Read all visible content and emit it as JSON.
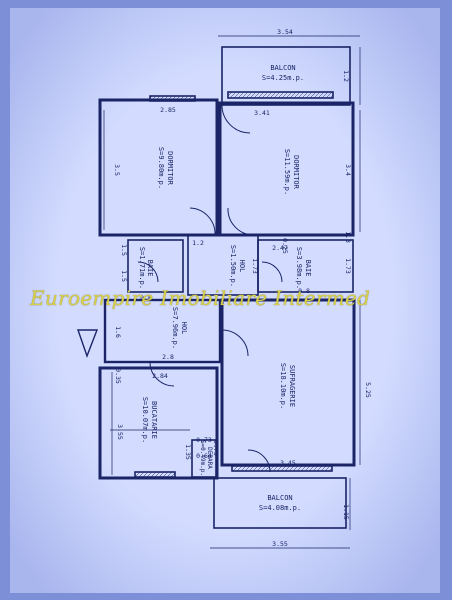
{
  "colors": {
    "paper": "#cfd8ff",
    "ink": "#1a2466",
    "background": "#7d8fd6",
    "watermark": "#d8cf4a"
  },
  "watermark": "Euroempire Imobiliare Intermed",
  "rooms": {
    "balcon_top": {
      "name": "BALCON",
      "area": "S=4.25m.p."
    },
    "dormitor_left": {
      "name": "DORMITOR",
      "area": "S=9.80m.p."
    },
    "dormitor_right": {
      "name": "DORMITOR",
      "area": "S=11.59m.p."
    },
    "baie_left": {
      "name": "BAIE",
      "area": "S=1.71m.p."
    },
    "hol_center": {
      "name": "HOL",
      "area": "S=1.50m.p."
    },
    "baie_right": {
      "name": "BAIE",
      "area": "S=3.98m.p."
    },
    "hol_left": {
      "name": "HOL",
      "area": "S=7.96m.p."
    },
    "sufragerie": {
      "name": "SUFRAGERIE",
      "area": "S=18.10m.p."
    },
    "bucatarie": {
      "name": "BUCATARIE",
      "area": "S=10.07m.p."
    },
    "debara": {
      "name": "DEBARA",
      "area": "S=0.49m.p."
    },
    "balcon_bottom": {
      "name": "BALCON",
      "area": "S=4.08m.p."
    }
  },
  "dimensions": {
    "top_width": "3.54",
    "top_balcony_height": "1.2",
    "dormitor_left_width": "2.85",
    "dormitor_right_width": "3.41",
    "dormitor_left_height": "3.5",
    "dormitor_right_height": "3.4",
    "hol_width": "1.2",
    "baie_right_width": "2.47",
    "baie_right_small": "0.8",
    "baie_right_height": "1.73",
    "hol_height": "1.73",
    "baie_left_height": "1.5",
    "baie_left_width": "0.6",
    "baie_left_side": "1.5",
    "hol_left_height": "1.6",
    "hol_left_width": "2.8",
    "kitchen_small": "0.35",
    "kitchen_width": "2.84",
    "kitchen_height": "3.55",
    "sufragerie_height": "5.25",
    "debara_width": "0.73",
    "debara_small": "0.64",
    "debara_height": "1.35",
    "debara_side": "0.75",
    "balcony_bottom_width": "3.45",
    "bottom_width": "3.55",
    "bottom_balcony_height": "1.15",
    "right_small_1": "1.3",
    "right_small_2": "0.25"
  }
}
